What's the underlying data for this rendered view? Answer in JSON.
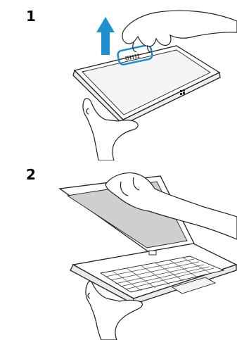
{
  "steps": [
    {
      "number": "1",
      "key_letters": "ʊɪɪɪɪ"
    },
    {
      "number": "2"
    }
  ],
  "colors": {
    "arrow": "#1e8fd0",
    "highlight": "#1e8fd0",
    "screen": "#c9c9c9",
    "line": "#222222"
  },
  "icons": [
    "up-arrow-icon",
    "windows-logo-icon"
  ]
}
